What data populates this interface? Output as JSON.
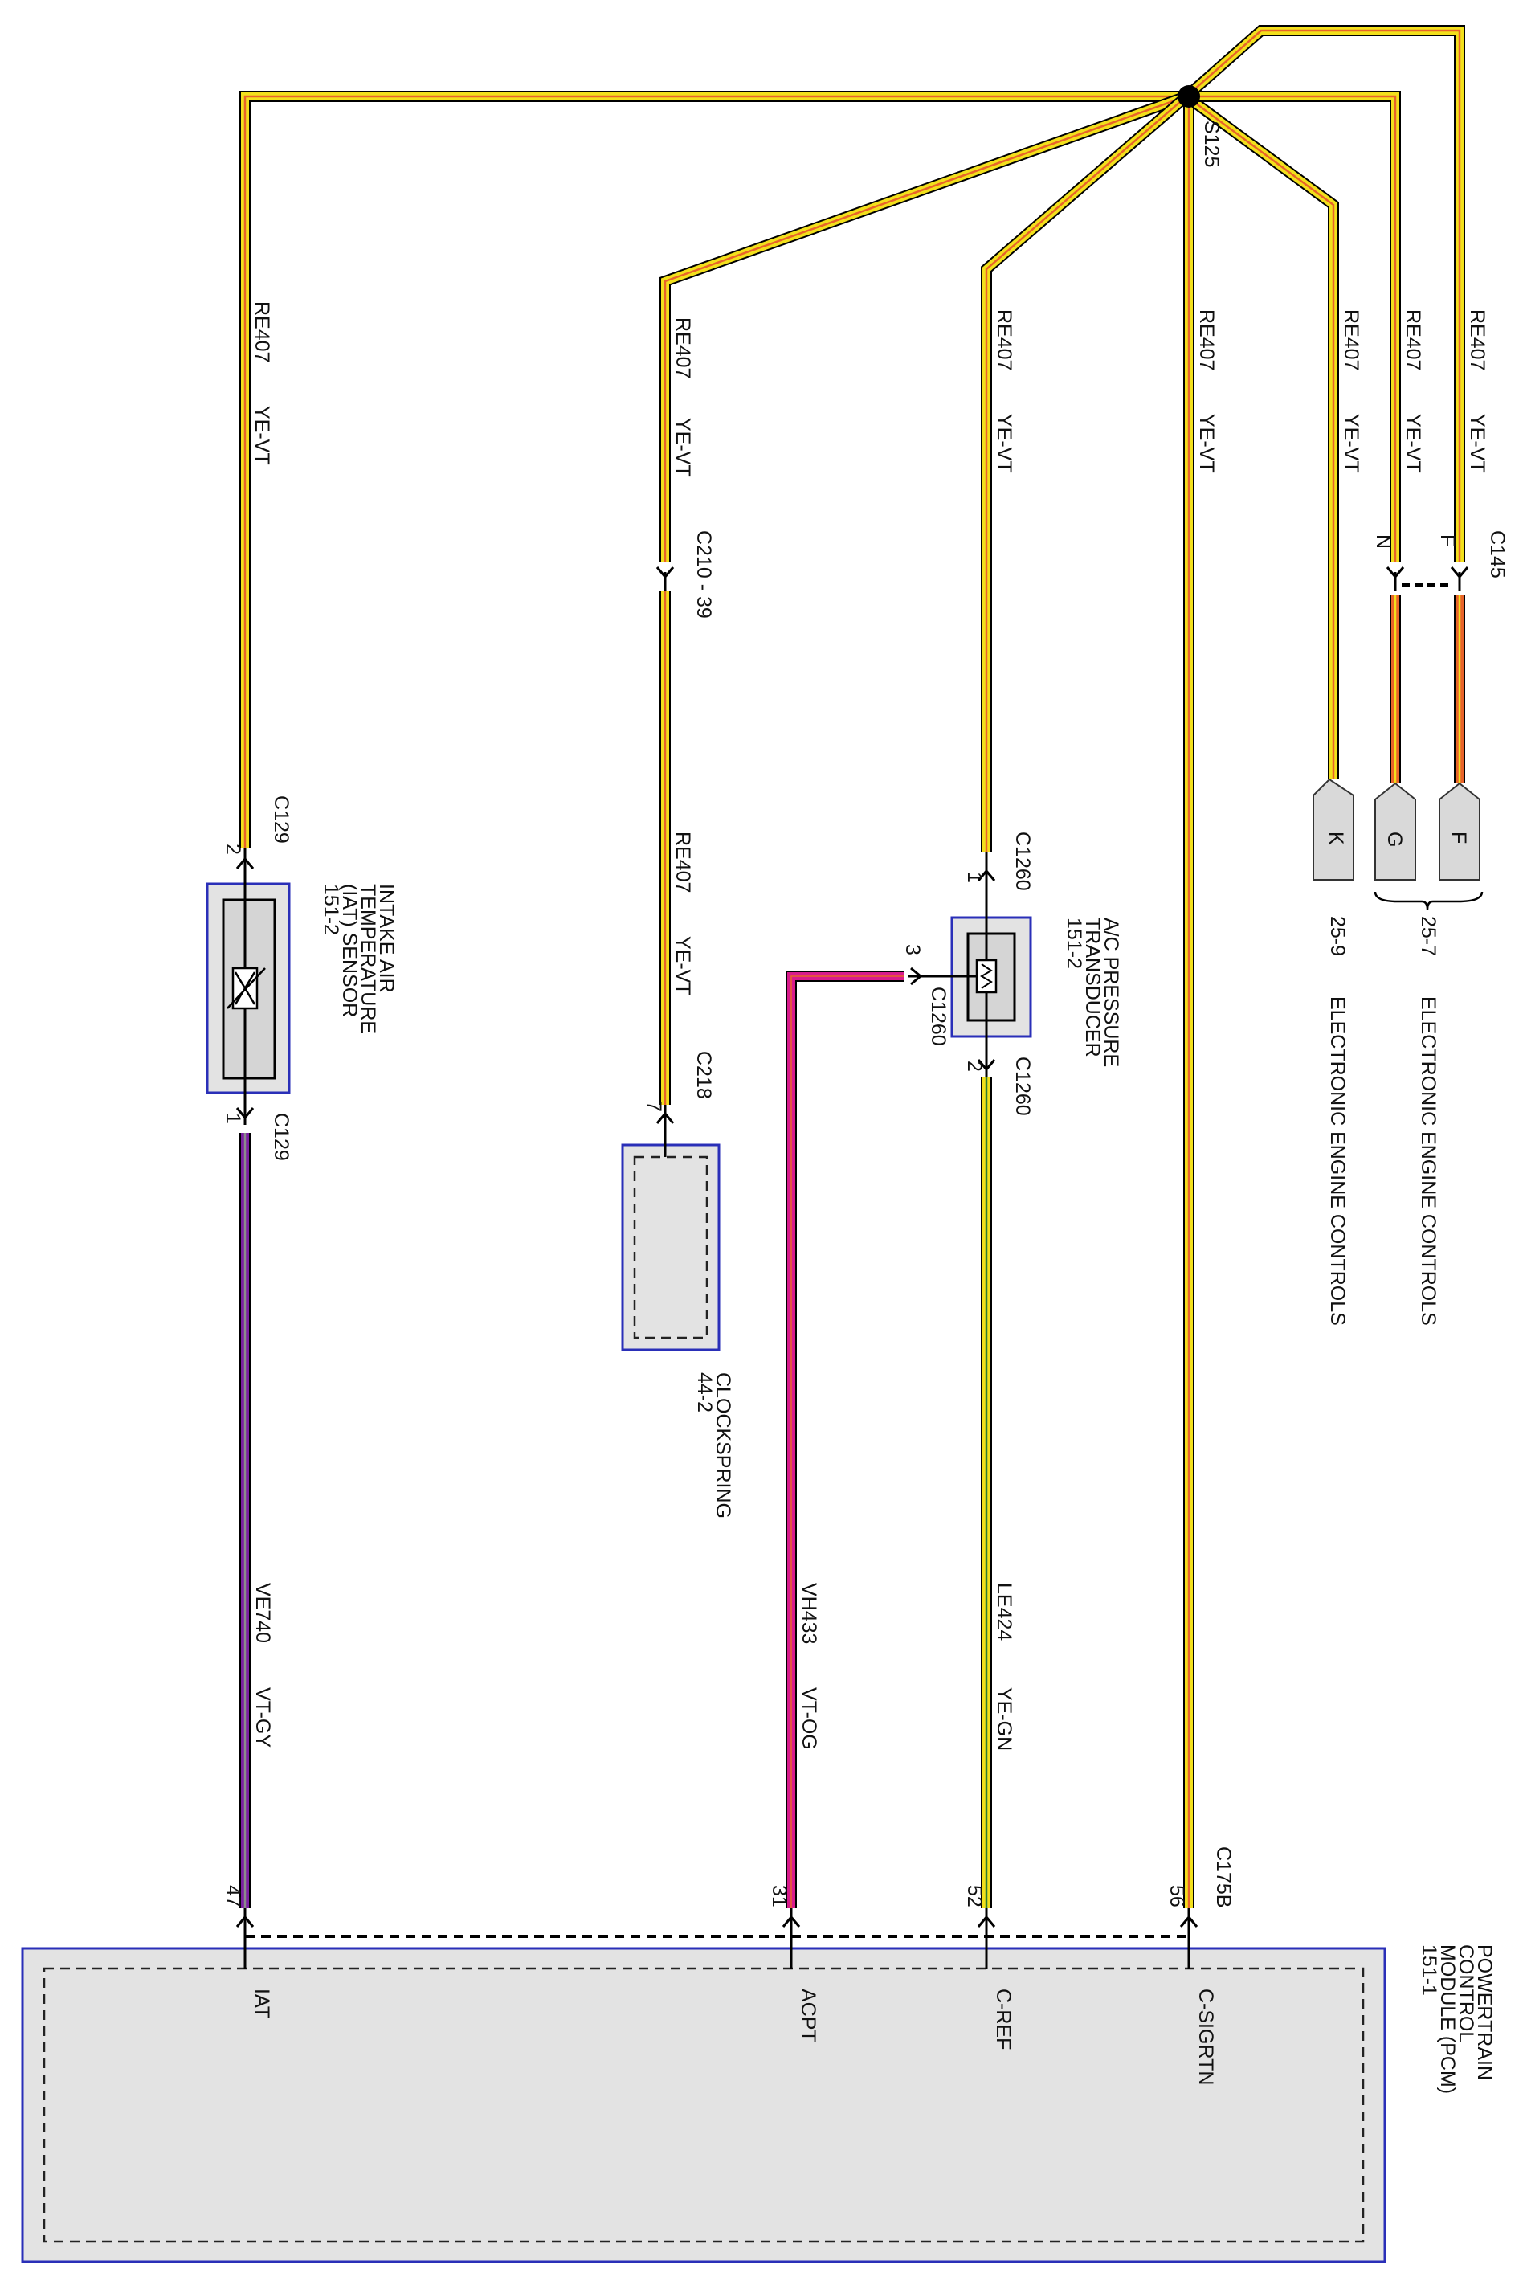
{
  "splice": {
    "id": "S125"
  },
  "wires": {
    "re407_circuit": "RE407",
    "re407_color": "YE-VT",
    "le424_circuit": "LE424",
    "le424_color": "YE-GN",
    "vh433_circuit": "VH433",
    "vh433_color": "VT-OG",
    "ve740_circuit": "VE740",
    "ve740_color": "VT-GY"
  },
  "connectors": {
    "c145": "C145",
    "c145_pin_f": "F",
    "c145_pin_n": "N",
    "c210": "C210 - 39",
    "c218": "C218",
    "c218_pin": "7",
    "c129": "C129",
    "c129_pin_top": "2",
    "c129_pin_bottom": "1",
    "c1260": "C1260",
    "c1260_pin1": "1",
    "c1260_pin2": "2",
    "c1260_pin3": "3",
    "c175b": "C175B",
    "pcm_pin_47": "47",
    "pcm_pin_31": "31",
    "pcm_pin_52": "52",
    "pcm_pin_56": "56"
  },
  "components": {
    "iat_sensor": [
      "INTAKE AIR",
      "TEMPERATURE",
      "(IAT) SENSOR",
      "151-2"
    ],
    "ac_transducer": [
      "A/C PRESSURE",
      "TRANSDUCER",
      "151-2"
    ],
    "clockspring": [
      "CLOCKSPRING",
      "44-2"
    ],
    "pcm": [
      "POWERTRAIN",
      "CONTROL",
      "MODULE (PCM)",
      "151-1"
    ]
  },
  "pcm_pins": {
    "iat": "IAT",
    "acpt": "ACPT",
    "cref": "C-REF",
    "csigrtn": "C-SIGRTN"
  },
  "references": {
    "f_label": "F",
    "g_label": "G",
    "k_label": "K",
    "ref_25_7": "25-7",
    "ref_25_9": "25-9",
    "eec_1": "ELECTRONIC ENGINE CONTROLS",
    "eec_2": "ELECTRONIC ENGINE CONTROLS"
  },
  "colors": {
    "yellow": "#f2e01c",
    "violet": "#7b1fa2",
    "orange": "#e8642a",
    "green": "#2e7d32",
    "gray": "#8a8a8a",
    "magenta": "#d81b8c",
    "black": "#000000",
    "box_blue": "#2a2fb8"
  }
}
